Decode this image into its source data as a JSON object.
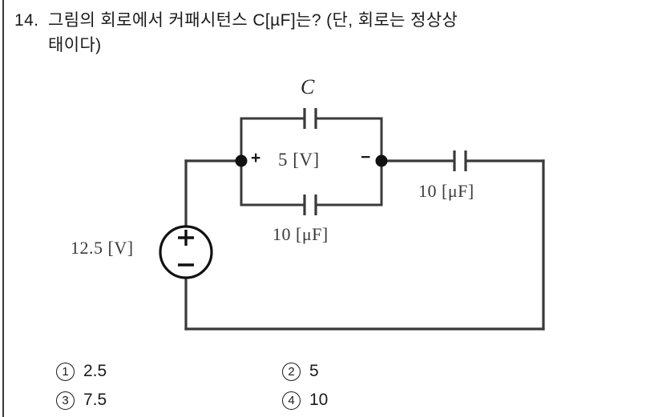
{
  "question": {
    "number": "14.",
    "line1": "그림의 회로에서 커패시턴스 C[µF]는? (단, 회로는 정상상",
    "line2": "태이다)"
  },
  "circuit": {
    "source_label": "12.5 [V]",
    "source_plus": "+",
    "source_minus": "−",
    "top_cap_label": "C",
    "bottom_cap_label": "10 [μF]",
    "right_cap_label": "10 [μF]",
    "node_voltage_label": "5 [V]",
    "node_plus": "+",
    "node_minus": "−",
    "line_color": "#3a3a3a"
  },
  "options": [
    {
      "marker": "①",
      "number": "1",
      "text": "2.5"
    },
    {
      "marker": "②",
      "number": "2",
      "text": "5"
    },
    {
      "marker": "③",
      "number": "3",
      "text": "7.5"
    },
    {
      "marker": "④",
      "number": "4",
      "text": "10"
    }
  ]
}
